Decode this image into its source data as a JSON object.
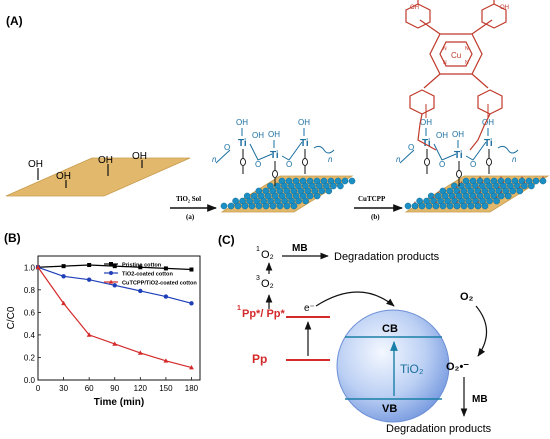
{
  "panels": {
    "a": {
      "label": "(A)",
      "oh": "OH",
      "ti": "Ti",
      "o": "O",
      "n": "n",
      "step_a_reagent": "TiO₂ Sol",
      "step_a_label": "(a)",
      "step_b_reagent": "CuTCPP",
      "step_b_label": "(b)",
      "porphyrin_cu": "Cu",
      "porphyrin_n": "N",
      "acid_oh": "OH"
    },
    "b": {
      "label": "(B)"
    },
    "c": {
      "label": "(C)",
      "mb_top": "MB",
      "o2_singlet": "O₂",
      "o2_singlet_sup": "1",
      "degradation_top": "Degradation products",
      "o2_triplet": "O₂",
      "o2_triplet_sup": "3",
      "excited_state": "Pp*/ Pp*",
      "excited_sup_1": "1",
      "excited_sup_3": "3",
      "electron": "e⁻",
      "ground_state": "Pp",
      "cb": "CB",
      "vb": "VB",
      "tio2": "TiO₂",
      "o2": "O₂",
      "superoxide": "O₂•⁻",
      "mb_bottom": "MB",
      "degradation_bottom": "Degradation products"
    }
  },
  "chart_data": {
    "type": "line",
    "xlabel": "Time (min)",
    "ylabel": "C/C0",
    "xlim": [
      0,
      190
    ],
    "ylim": [
      0.0,
      1.1
    ],
    "xticks": [
      0,
      30,
      60,
      90,
      120,
      150,
      180
    ],
    "yticks": [
      0.0,
      0.2,
      0.4,
      0.6,
      0.8,
      1.0
    ],
    "legend_position": "top-right",
    "x": [
      0,
      30,
      60,
      90,
      120,
      150,
      180
    ],
    "series": [
      {
        "name": "Pristine cotton",
        "color": "#000000",
        "marker": "square",
        "values": [
          1.0,
          1.01,
          1.02,
          1.01,
          1.0,
          0.99,
          0.98
        ]
      },
      {
        "name": "TiO2-coated cotton",
        "color": "#1f3fb8",
        "marker": "circle",
        "values": [
          1.0,
          0.92,
          0.89,
          0.84,
          0.79,
          0.74,
          0.68
        ]
      },
      {
        "name": "CuTCPP/TiO2-coated cotton",
        "color": "#d42a2a",
        "marker": "triangle",
        "values": [
          1.0,
          0.68,
          0.4,
          0.32,
          0.24,
          0.17,
          0.11
        ]
      }
    ]
  }
}
